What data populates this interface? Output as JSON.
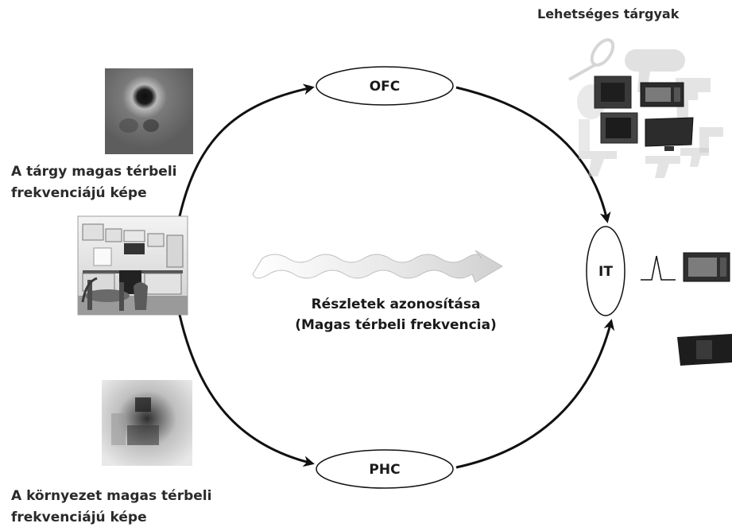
{
  "diagram": {
    "nodes": {
      "ofc": "OFC",
      "phc": "PHC",
      "it": "IT"
    },
    "top_right_title": "Lehetséges tárgyak",
    "left_top_caption": [
      "A tárgy magas térbeli",
      "frekvenciájú képe"
    ],
    "left_bottom_caption": [
      "A környezet magas térbeli",
      "frekvenciájú képe"
    ],
    "center_caption": [
      "Részletek azonosítása",
      "(Magas térbeli frekvencia)"
    ]
  },
  "colors": {
    "arrow": "#111111",
    "text": "#1a1a1a"
  },
  "icons": {
    "candidate_objects": [
      "tennis-racket-icon",
      "hair-dryer-icon",
      "drill-icon",
      "pistol-icon",
      "tv-icon",
      "microwave-icon",
      "monitor-icon"
    ]
  }
}
